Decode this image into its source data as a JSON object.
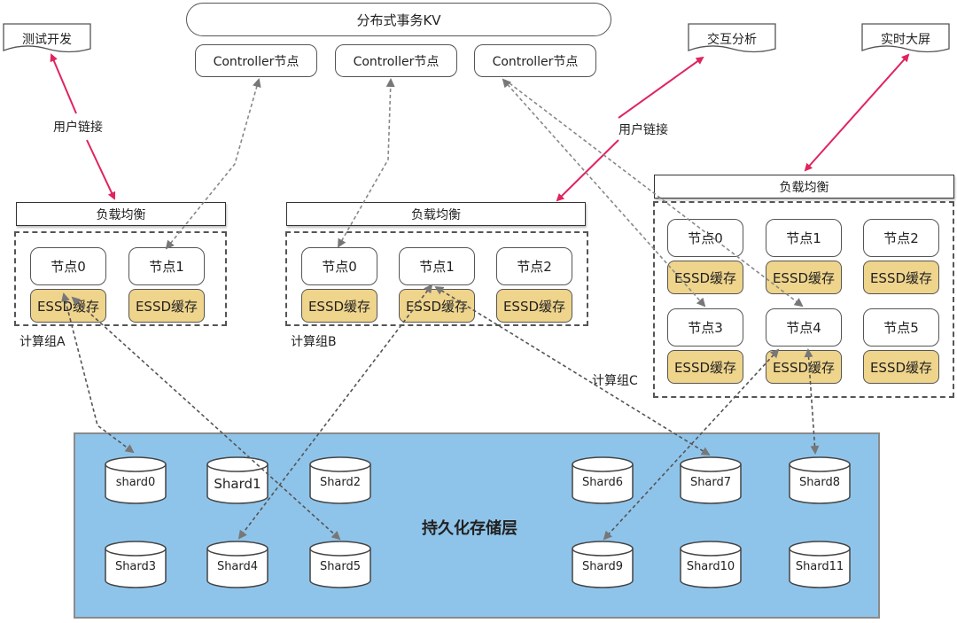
{
  "title": "分布式事务KV",
  "controllers": [
    "Controller节点",
    "Controller节点",
    "Controller节点"
  ],
  "clients": {
    "left": "测试开发",
    "middle": "交互分析",
    "right": "实时大屏"
  },
  "user_link_labels": [
    "用户链接",
    "用户链接"
  ],
  "load_balancer": "负载均衡",
  "cache_label": "ESSD缓存",
  "groups": {
    "a": {
      "name": "计算组A",
      "nodes": [
        "节点0",
        "节点1"
      ]
    },
    "b": {
      "name": "计算组B",
      "nodes": [
        "节点0",
        "节点1",
        "节点2"
      ]
    },
    "c": {
      "name": "计算组C",
      "nodes": [
        "节点0",
        "节点1",
        "节点2",
        "节点3",
        "节点4",
        "节点5"
      ]
    }
  },
  "storage": {
    "title": "持久化存储层",
    "shards": [
      "shard0",
      "Shard1",
      "Shard2",
      "Shard3",
      "Shard4",
      "Shard5",
      "Shard6",
      "Shard7",
      "Shard8",
      "Shard9",
      "Shard10",
      "Shard11"
    ]
  },
  "colors": {
    "user_link_arrow": "#e0245e",
    "dashed_arrow": "#888888",
    "essd_fill": "#efd48c",
    "storage_fill": "#8fc4ea"
  }
}
